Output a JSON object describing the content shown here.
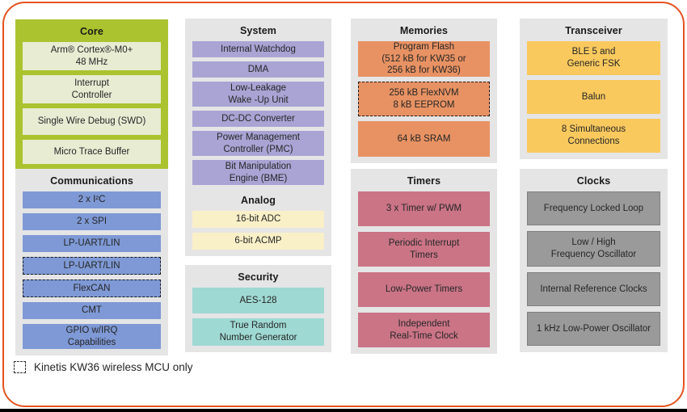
{
  "colors": {
    "frame-border": "#E4531F",
    "bottom-line": "#000000",
    "panel-bg": "#E5E5E6",
    "core-bg": "#ABC32F",
    "core-block": "#E7ECD2",
    "comm-block": "#7E99D5",
    "system-block": "#A9A4D4",
    "analog-block": "#FAF0C8",
    "security-block": "#9FD9D3",
    "memories-block": "#E89263",
    "timers-block": "#CA7486",
    "transceiver-block": "#F9C95E",
    "clocks-block": "#9A9A9A",
    "text": "#262626"
  },
  "panels": {
    "core": {
      "title": "Core",
      "blocks": [
        "Arm® Cortex®-M0+\n48 MHz",
        "Interrupt\nController",
        "Single Wire Debug (SWD)",
        "Micro Trace Buffer"
      ]
    },
    "communications": {
      "title": "Communications",
      "blocks": [
        "2 x I²C",
        "2 x SPI",
        "LP-UART/LIN",
        "LP-UART/LIN",
        "FlexCAN",
        "CMT",
        "GPIO w/IRQ\nCapabilities"
      ]
    },
    "system": {
      "title": "System",
      "blocks": [
        "Internal Watchdog",
        "DMA",
        "Low-Leakage\nWake -Up Unit",
        "DC-DC Converter",
        "Power Management\nController (PMC)",
        "Bit Manipulation\nEngine (BME)"
      ]
    },
    "analog": {
      "title": "Analog",
      "blocks": [
        "16-bit ADC",
        "6-bit ACMP"
      ]
    },
    "security": {
      "title": "Security",
      "blocks": [
        "AES-128",
        "True Random\nNumber Generator"
      ]
    },
    "memories": {
      "title": "Memories",
      "blocks": [
        "Program Flash\n(512 kB for KW35 or\n256 kB for KW36)",
        "256 kB FlexNVM\n8 kB EEPROM",
        "64 kB SRAM"
      ]
    },
    "timers": {
      "title": "Timers",
      "blocks": [
        "3 x Timer w/ PWM",
        "Periodic Interrupt\nTimers",
        "Low-Power Timers",
        "Independent\nReal-Time Clock"
      ]
    },
    "transceiver": {
      "title": "Transceiver",
      "blocks": [
        "BLE 5 and\nGeneric FSK",
        "Balun",
        "8 Simultaneous\nConnections"
      ]
    },
    "clocks": {
      "title": "Clocks",
      "blocks": [
        "Frequency Locked Loop",
        "Low / High\nFrequency Oscillator",
        "Internal Reference Clocks",
        "1 kHz Low-Power Oscillator"
      ]
    }
  },
  "legend": {
    "label": "Kinetis KW36 wireless MCU only"
  }
}
